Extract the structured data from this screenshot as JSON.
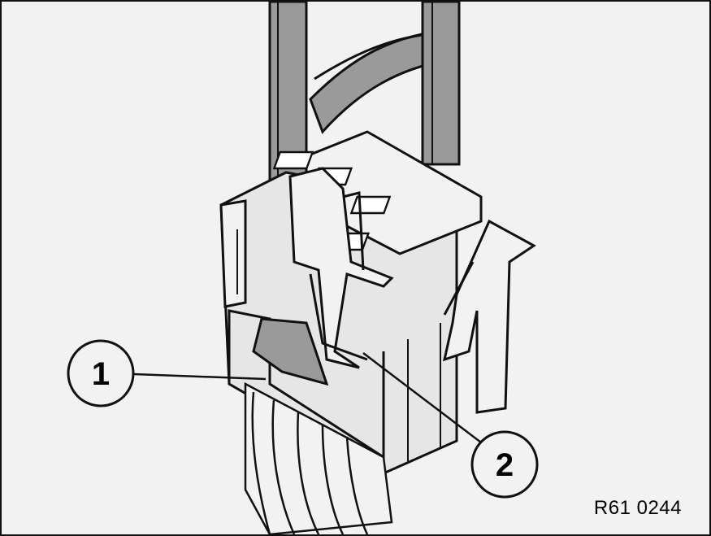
{
  "diagram": {
    "reference_code": "R61 0244",
    "callouts": [
      {
        "label": "1"
      },
      {
        "label": "2"
      }
    ],
    "colors": {
      "background": "#f2f2f2",
      "ink": "#111111",
      "gray": "#9a9a9a",
      "light": "#e6e6e6"
    }
  }
}
